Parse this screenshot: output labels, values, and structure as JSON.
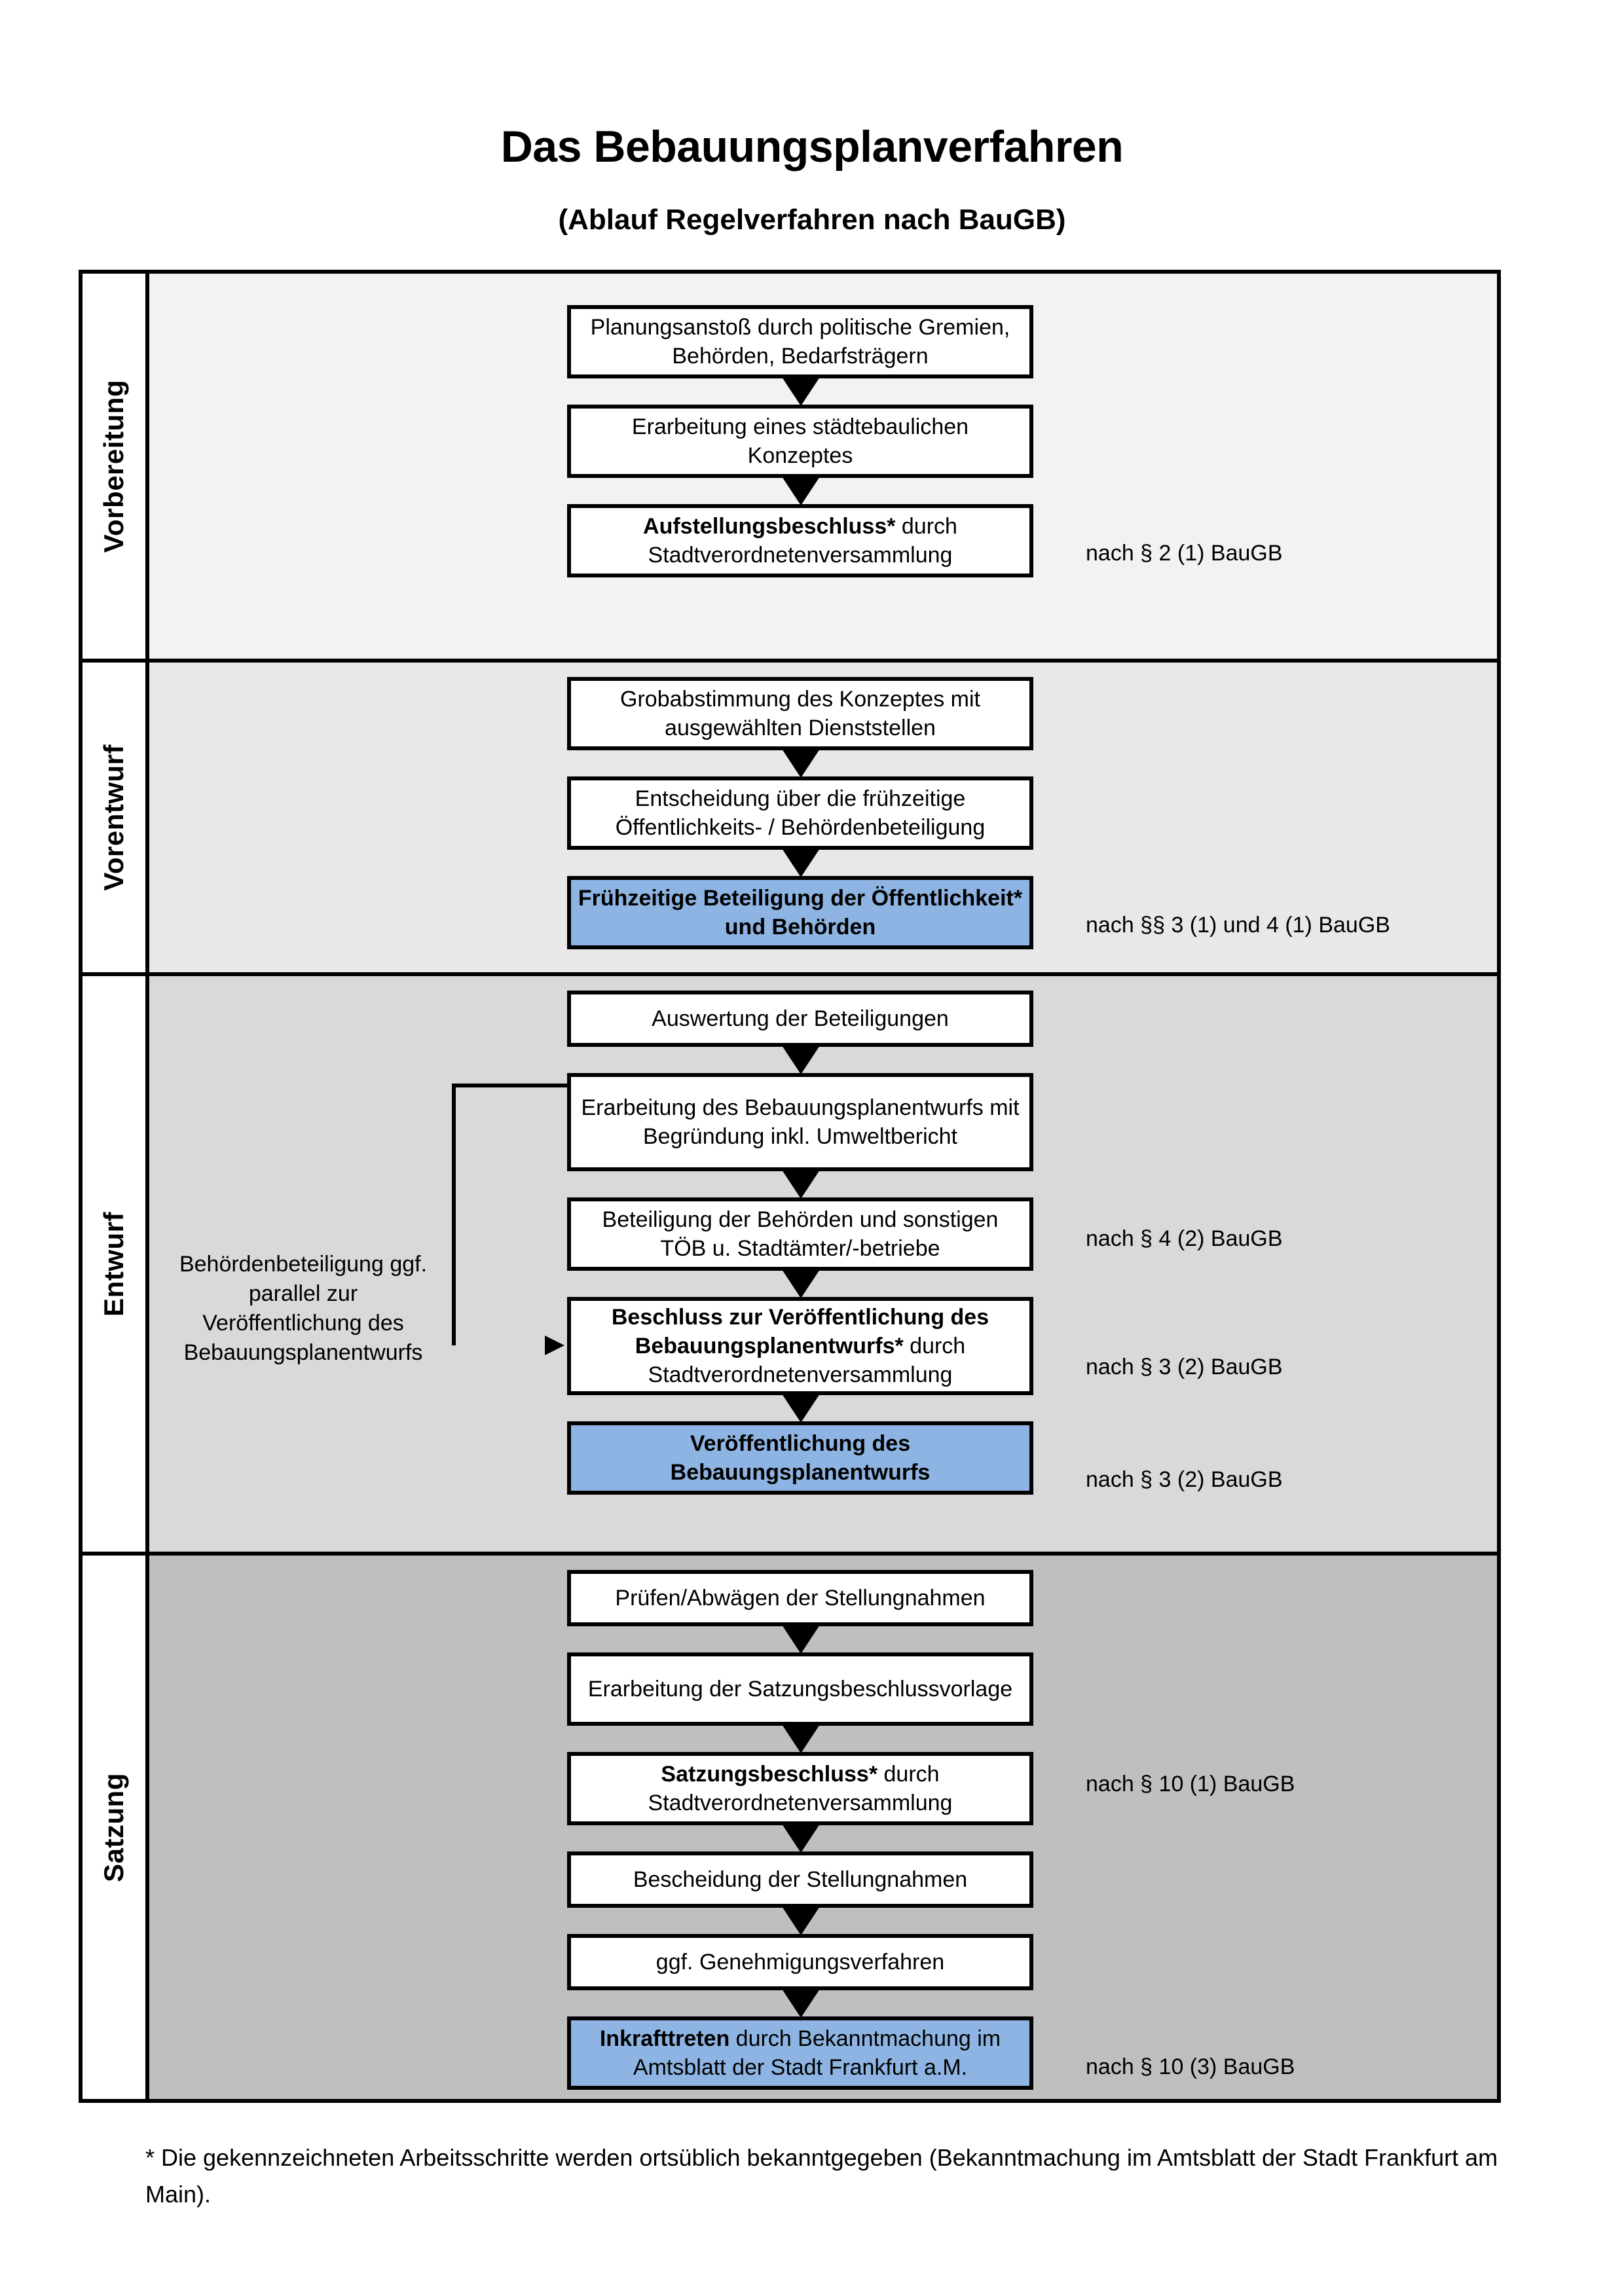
{
  "header": {
    "title": "Das Bebauungsplanverfahren",
    "subtitle": "(Ablauf Regelverfahren nach BauGB)"
  },
  "sections": [
    {
      "id": "vorbereitung",
      "label": "Vorbereitung",
      "background": "#f2f2f2",
      "steps": [
        {
          "text_plain": "Planungsanstoß durch politische Gremien, Behörden, Bedarfsträgern",
          "bold_part": "",
          "rest": "Planungsanstoß durch politische Gremien, Behörden, Bedarfsträgern",
          "highlight": false
        },
        {
          "text_plain": "Erarbeitung eines städtebaulichen Konzeptes",
          "bold_part": "",
          "rest": "Erarbeitung eines städtebaulichen Konzeptes",
          "highlight": false
        },
        {
          "text_plain": "Aufstellungsbeschluss* durch Stadtverordnetenversammlung",
          "bold_part": "Aufstellungsbeschluss*",
          "rest": " durch Stadtverordnetenversammlung",
          "highlight": false
        }
      ],
      "legal": [
        "nach § 2 (1) BauGB"
      ]
    },
    {
      "id": "vorentwurf",
      "label": "Vorentwurf",
      "background": "#e8e8e8",
      "steps": [
        {
          "text_plain": "Grobabstimmung des Konzeptes mit ausgewählten Dienststellen",
          "bold_part": "",
          "rest": "Grobabstimmung des Konzeptes mit ausgewählten Dienststellen",
          "highlight": false
        },
        {
          "text_plain": "Entscheidung über die frühzeitige Öffentlichkeits- / Behördenbeteiligung",
          "bold_part": "",
          "rest": "Entscheidung über die frühzeitige Öffentlichkeits- / Behördenbeteiligung",
          "highlight": false
        },
        {
          "text_plain": "Frühzeitige Beteiligung der Öffentlichkeit* und Behörden",
          "bold_part": "Frühzeitige Beteiligung der Öffentlichkeit* und Behörden",
          "rest": "",
          "highlight": true
        }
      ],
      "legal": [
        "nach §§ 3 (1) und 4 (1) BauGB"
      ]
    },
    {
      "id": "entwurf",
      "label": "Entwurf",
      "background": "#d9d9d9",
      "sidenote": "Behördenbeteiligung ggf. parallel zur Veröffentlichung des Bebauungsplanentwurfs",
      "steps": [
        {
          "text_plain": "Auswertung der Beteiligungen",
          "bold_part": "",
          "rest": "Auswertung der Beteiligungen",
          "highlight": false
        },
        {
          "text_plain": "Erarbeitung des Bebauungsplanentwurfs mit Begründung inkl. Umweltbericht",
          "bold_part": "",
          "rest": "Erarbeitung des Bebauungsplanentwurfs mit Begründung inkl. Umweltbericht",
          "highlight": false
        },
        {
          "text_plain": "Beteiligung der Behörden und sonstigen TÖB u. Stadtämter/-betriebe",
          "bold_part": "",
          "rest": "Beteiligung der Behörden und sonstigen TÖB u. Stadtämter/-betriebe",
          "highlight": false
        },
        {
          "text_plain": "Beschluss zur Veröffentlichung des Bebauungsplanentwurfs* durch Stadtverordnetenversammlung",
          "bold_part": "Beschluss zur Veröffentlichung des Bebauungsplanentwurfs*",
          "rest": " durch Stadtverordnetenversammlung",
          "highlight": false
        },
        {
          "text_plain": "Veröffentlichung des Bebauungsplanentwurfs",
          "bold_part": "Veröffentlichung des Bebauungsplanentwurfs",
          "rest": "",
          "highlight": true
        }
      ],
      "legal": [
        "nach § 4 (2) BauGB",
        "nach § 3 (2) BauGB",
        "nach § 3 (2) BauGB"
      ]
    },
    {
      "id": "satzung",
      "label": "Satzung",
      "background": "#bfbfbf",
      "steps": [
        {
          "text_plain": "Prüfen/Abwägen der Stellungnahmen",
          "bold_part": "",
          "rest": "Prüfen/Abwägen der Stellungnahmen",
          "highlight": false
        },
        {
          "text_plain": "Erarbeitung der Satzungsbeschlussvorlage",
          "bold_part": "",
          "rest": "Erarbeitung der Satzungsbeschlussvorlage",
          "highlight": false
        },
        {
          "text_plain": "Satzungsbeschluss* durch Stadtverordnetenversammlung",
          "bold_part": "Satzungsbeschluss*",
          "rest": " durch Stadtverordnetenversammlung",
          "highlight": false
        },
        {
          "text_plain": "Bescheidung der Stellungnahmen",
          "bold_part": "",
          "rest": "Bescheidung der Stellungnahmen",
          "highlight": false
        },
        {
          "text_plain": "ggf. Genehmigungsverfahren",
          "bold_part": "",
          "rest": "ggf. Genehmigungsverfahren",
          "highlight": false
        },
        {
          "text_plain": "Inkrafttreten durch Bekanntmachung im Amtsblatt der Stadt Frankfurt a.M.",
          "bold_part": "Inkrafttreten",
          "rest": " durch Bekanntmachung im Amtsblatt der Stadt Frankfurt a.M.",
          "highlight": true
        }
      ],
      "legal": [
        "nach § 10 (1) BauGB",
        "nach § 10 (3) BauGB"
      ]
    }
  ],
  "footnote": "* Die gekennzeichneten Arbeitsschritte werden ortsüblich bekanntgegeben (Bekanntmachung im Amtsblatt  der Stadt Frankfurt am Main).",
  "colors": {
    "highlight_box": "#8db4e2",
    "border": "#000000"
  }
}
